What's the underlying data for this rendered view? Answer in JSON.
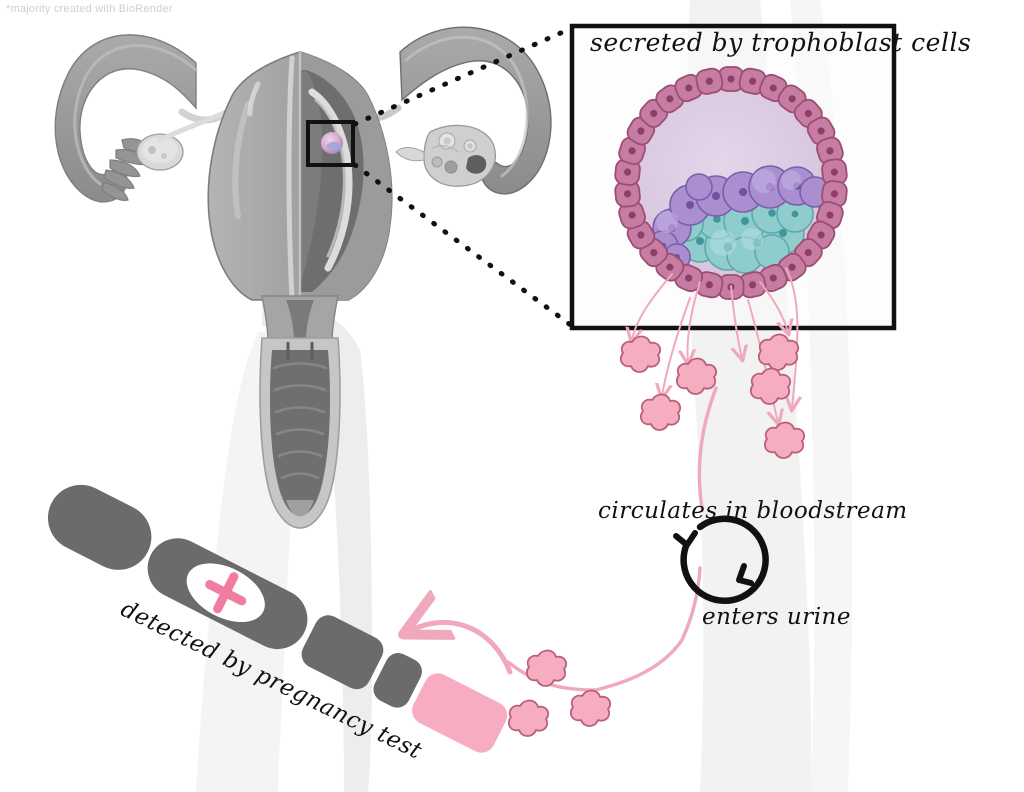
{
  "credit": {
    "text": "*majority created with BioRender"
  },
  "labels": {
    "trophoblast": "secreted by trophoblast cells",
    "circulates": "circulates in bloodstream",
    "urine": "enters urine",
    "detected": "detected by pregnancy test"
  },
  "colors": {
    "trophoblast_cell": "#c77da3",
    "trophoblast_outline": "#9c4d72",
    "blastocoel": "#ddc9e2",
    "inner_cell_purple": "#a98fd0",
    "inner_cell_teal": "#8fcdcd",
    "hcg_fill": "#f6adc0",
    "hcg_outline": "#b9607c",
    "arrow_pink": "#f0a8bd",
    "test_body": "#6b6b6b",
    "test_tip": "#f7acc2",
    "test_plus": "#f07ca0",
    "anatomy_mid": "#9a9a9a",
    "anatomy_dark": "#6f6f6f",
    "anatomy_light": "#c8c8c8",
    "box_border": "#111111",
    "background": "#ffffff",
    "body_silhouette": "#f1f1f1"
  },
  "diagram": {
    "type": "biological-pathway",
    "title": "hCG pathway from blastocyst to pregnancy test",
    "steps": [
      "secreted by trophoblast cells",
      "circulates in bloodstream",
      "enters urine",
      "detected by pregnancy test"
    ]
  },
  "anatomy": {
    "organs": [
      "uterus",
      "fallopian-tube-left",
      "fallopian-tube-right",
      "ovary-left",
      "ovary-right",
      "cervix",
      "vaginal-canal",
      "endometrium"
    ]
  },
  "inset": {
    "subject": "blastocyst",
    "trophoblast_cell_count": 30,
    "inner_cell_mass_purple_count": 10,
    "inner_cell_mass_teal_count": 11
  },
  "hcg": {
    "upper_cluster_count": 6,
    "lower_cluster_count": 3
  },
  "pregnancy_test": {
    "result_symbol": "+",
    "result": "positive"
  }
}
